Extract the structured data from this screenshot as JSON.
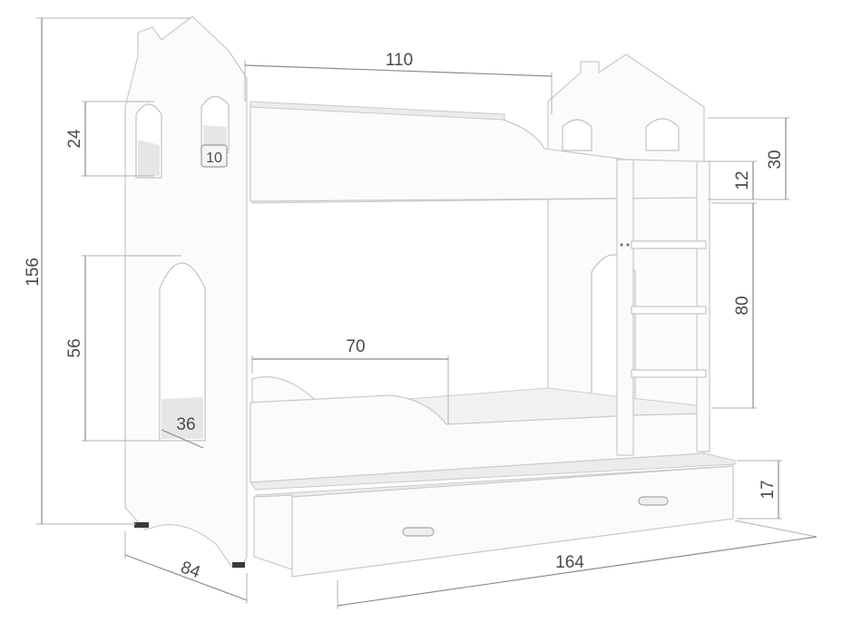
{
  "dimensions": {
    "total_height": "156",
    "window_height": "24",
    "plaque_number": "10",
    "arch_height": "56",
    "arch_width": "36",
    "depth": "84",
    "top_bed_length": "110",
    "bottom_guard_length": "70",
    "total_length": "164",
    "top_rail_height": "30",
    "top_rail_thickness": "12",
    "ladder_height": "80",
    "drawer_height": "17"
  },
  "colors": {
    "furniture": "#fbfbfb",
    "outline": "#c9c9c9",
    "dimension_line": "#8c8c8c",
    "dimension_text": "#4a4a4a"
  }
}
